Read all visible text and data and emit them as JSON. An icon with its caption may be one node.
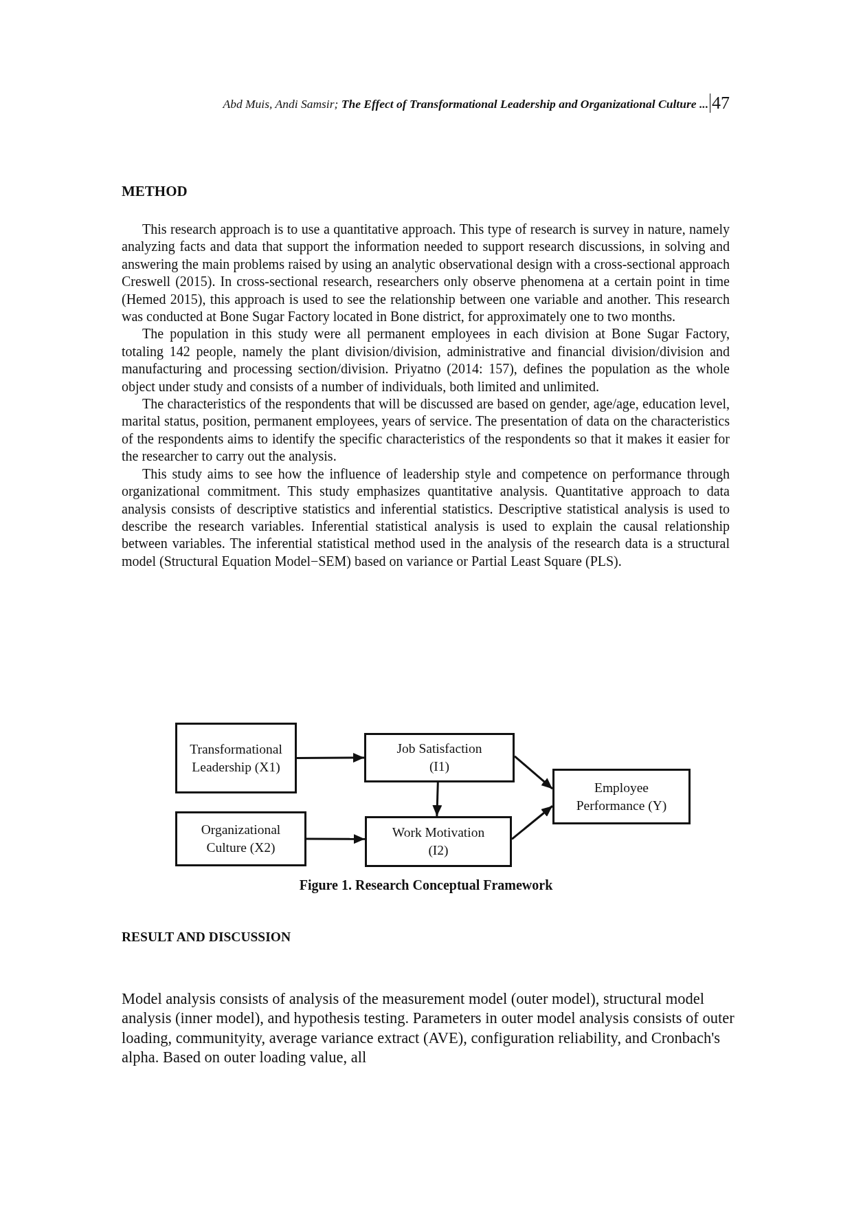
{
  "diagram": {
    "caption": "Figure 1. Research Conceptual Framework",
    "nodes": [
      {
        "text": [
          "Transformational Leadership (X1)"
        ]
      },
      {
        "text": [
          "Job Satisfaction (I1)"
        ]
      },
      {
        "text": [
          "Organizational Culture (X2)"
        ]
      },
      {
        "text": [
          "Work Motivation (I2)"
        ]
      },
      {
        "text": [
          "Employee Performance (Y)"
        ]
      }
    ],
    "edges": [
      {
        "from": 0,
        "to": 1,
        "arrow": "to"
      },
      {
        "from": 2,
        "to": 3,
        "arrow": "to"
      },
      {
        "from": 1,
        "to": 3,
        "arrow": "to"
      },
      {
        "from": 1,
        "to": 4,
        "arrow": "to"
      },
      {
        "from": 3,
        "to": 4,
        "arrow": "to"
      }
    ],
    "labels": [
      "Abd Muis, Andi Samsir; **The Effect of Transformational Leadership and Organizational Culture ...**",
      "47",
      "METHOD",
      "This research approach is to use a quantitative approach. This type of research is survey in nature, namely analyzing facts and data that support the information needed to support research discussions, in solving and answering the main problems raised by using an analytic observational design with a cross-sectional approach Creswell (2015). In cross-sectional research, researchers only observe phenomena at a certain point in time (Hemed 2015), this approach is used to see the relationship between one variable and another. This research was conducted at Bone Sugar Factory located in Bone district, for approximately one to two months.",
      "The population in this study were all permanent employees in each division at Bone Sugar Factory, totaling 142 people, namely the plant division/division, administrative and financial division/division and manufacturing and processing section/division. Priyatno (2014: 157), defines the population as the whole object under study and consists of a number of individuals, both limited and unlimited.",
      "The characteristics of the respondents that will be discussed are based on gender, age/age, education level, marital status, position, permanent employees, years of service. The presentation of data on the characteristics of the respondents aims to identify the specific characteristics of the respondents so that it makes it easier for the researcher to carry out the analysis.",
      "This study aims to see how the influence of leadership style and competence on performance through organizational commitment. This study emphasizes quantitative analysis. Quantitative approach to data analysis consists of descriptive statistics and inferential statistics. Descriptive statistical analysis is used to describe the research variables. Inferential statistical analysis is used to explain the causal relationship between variables. The inferential statistical method used in the analysis of the research data is a structural model (Structural Equation Model−SEM) based on variance or Partial Least Square (PLS).",
      "RESULT AND DISCUSSION",
      "Model analysis consists of analysis of the measurement model (outer model), structural model analysis (inner model), and hypothesis testing. Parameters in outer model analysis consists of outer loading, communityity, average variance extract (AVE), configuration reliability, and Cronbach's alpha. Based on outer loading value, all"
    ]
  }
}
